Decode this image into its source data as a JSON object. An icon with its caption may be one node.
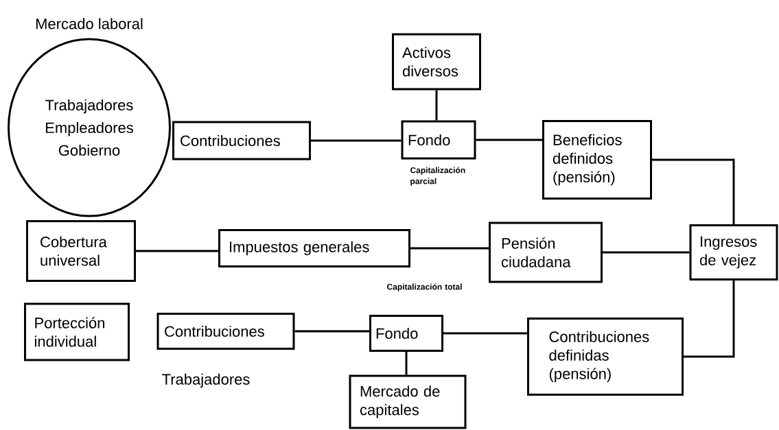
{
  "diagram": {
    "nodes": [
      {
        "text": [
          "Mercado laboral",
          "Trabajadores",
          "Empleadores",
          "Gobierno"
        ]
      },
      {
        "text": [
          "Activos diversos"
        ]
      },
      {
        "text": [
          "Contribuciones"
        ]
      },
      {
        "text": [
          "Fondo"
        ],
        "beside": [
          "Capitalización parcial"
        ]
      },
      {
        "text": [
          "Beneficios definidos (pensión)"
        ]
      },
      {
        "text": [
          "Cobertura universal"
        ]
      },
      {
        "text": [
          "Impuestos generales"
        ]
      },
      {
        "text": [
          "Pensión ciudadana"
        ]
      },
      {
        "text": [
          "Ingresos de vejez"
        ]
      },
      {
        "text": [
          "Portección individual"
        ]
      },
      {
        "text": [
          "Contribuciones"
        ]
      },
      {
        "text": [
          "Fondo"
        ],
        "beside": [
          "Capitalización total"
        ]
      },
      {
        "text": [
          "Contribuciones definidas (pensión)"
        ]
      },
      {
        "text": [
          "Mercado de capitales"
        ]
      }
    ],
    "edges": [
      {
        "from": 1,
        "to": 3,
        "arrow": "none"
      },
      {
        "from": 2,
        "to": 3,
        "arrow": "none"
      },
      {
        "from": 3,
        "to": 4,
        "arrow": "none"
      },
      {
        "from": 4,
        "to": 8,
        "arrow": "none"
      },
      {
        "from": 5,
        "to": 6,
        "arrow": "none"
      },
      {
        "from": 6,
        "to": 7,
        "arrow": "none"
      },
      {
        "from": 7,
        "to": 8,
        "arrow": "none"
      },
      {
        "from": 10,
        "to": 11,
        "arrow": "none"
      },
      {
        "from": 11,
        "to": 12,
        "arrow": "none"
      },
      {
        "from": 12,
        "to": 8,
        "arrow": "none"
      },
      {
        "from": 11,
        "to": 13,
        "arrow": "none"
      }
    ],
    "labels": [
      "Trabajadores"
    ]
  }
}
